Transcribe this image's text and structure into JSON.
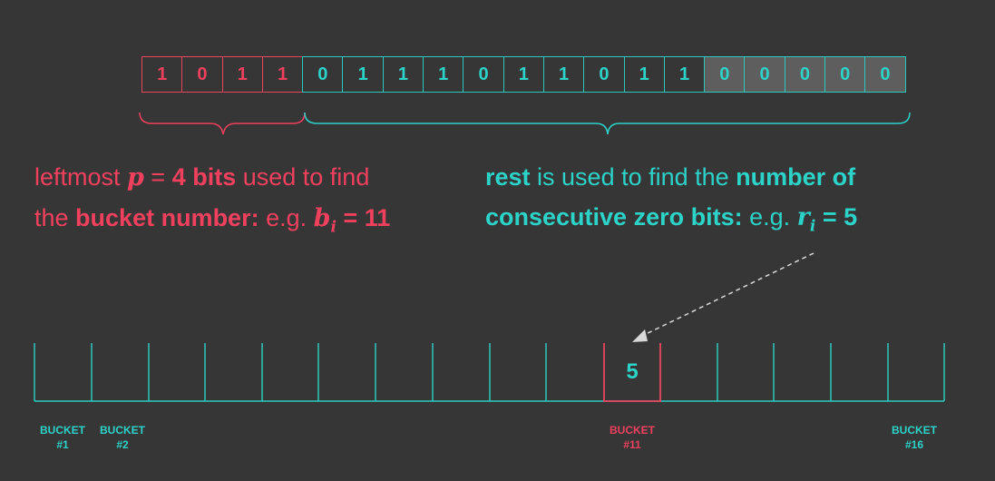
{
  "bits": {
    "prefix": [
      "1",
      "0",
      "1",
      "1"
    ],
    "rest": [
      "0",
      "1",
      "1",
      "1",
      "0",
      "1",
      "1",
      "0",
      "1",
      "1",
      "0",
      "0",
      "0",
      "0",
      "0"
    ]
  },
  "left_text": {
    "line1_pre": "leftmost ",
    "var_p": "p",
    "line1_eq": " = ",
    "line1_bold": "4 bits",
    "line1_post": " used to find",
    "line2_pre": "the ",
    "line2_bold": "bucket number:",
    "line2_post": " e.g. ",
    "var_b": "b",
    "var_b_sub": "i",
    "line2_value": " = 11"
  },
  "right_text": {
    "line1_bold": "rest",
    "line1_post": " is used to find the ",
    "line1_bold2": "number of",
    "line2_bold": "consecutive zero bits:",
    "line2_post": " e.g. ",
    "var_r": "r",
    "var_r_sub": "i",
    "line2_value": " = 5"
  },
  "register": {
    "bucket_count": 16,
    "highlighted_bucket": 11,
    "highlighted_value": "5"
  },
  "bucket_labels": [
    {
      "text": "BUCKET\n#1",
      "color": "teal"
    },
    {
      "text": "BUCKET\n#2",
      "color": "teal"
    },
    {
      "text": "BUCKET\n#11",
      "color": "red"
    },
    {
      "text": "BUCKET\n#16",
      "color": "teal"
    }
  ],
  "colors": {
    "background": "#363636",
    "prefix": "#f0405e",
    "rest": "#2bd3c9",
    "trailing_fill": "#5e5e5e",
    "arrow": "#d8d8d8"
  }
}
